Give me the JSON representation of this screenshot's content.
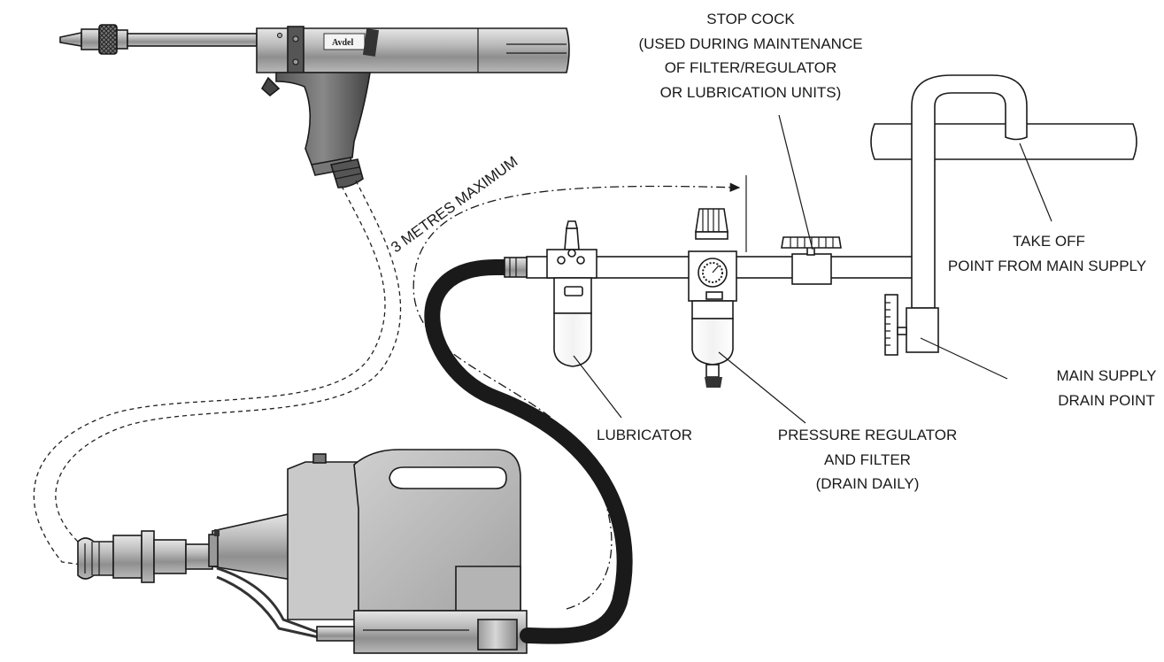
{
  "labels": {
    "stop_cock": [
      "STOP COCK",
      "(USED DURING MAINTENANCE",
      "OF FILTER/REGULATOR",
      "OR LUBRICATION UNITS)"
    ],
    "distance": "3 METRES MAXIMUM",
    "take_off": [
      "TAKE OFF",
      "POINT FROM MAIN SUPPLY"
    ],
    "main_drain": [
      "MAIN SUPPLY",
      "DRAIN POINT"
    ],
    "lubricator": "LUBRICATOR",
    "regulator": [
      "PRESSURE REGULATOR",
      "AND FILTER",
      "(DRAIN DAILY)"
    ],
    "tool_brand": "Avdel"
  }
}
